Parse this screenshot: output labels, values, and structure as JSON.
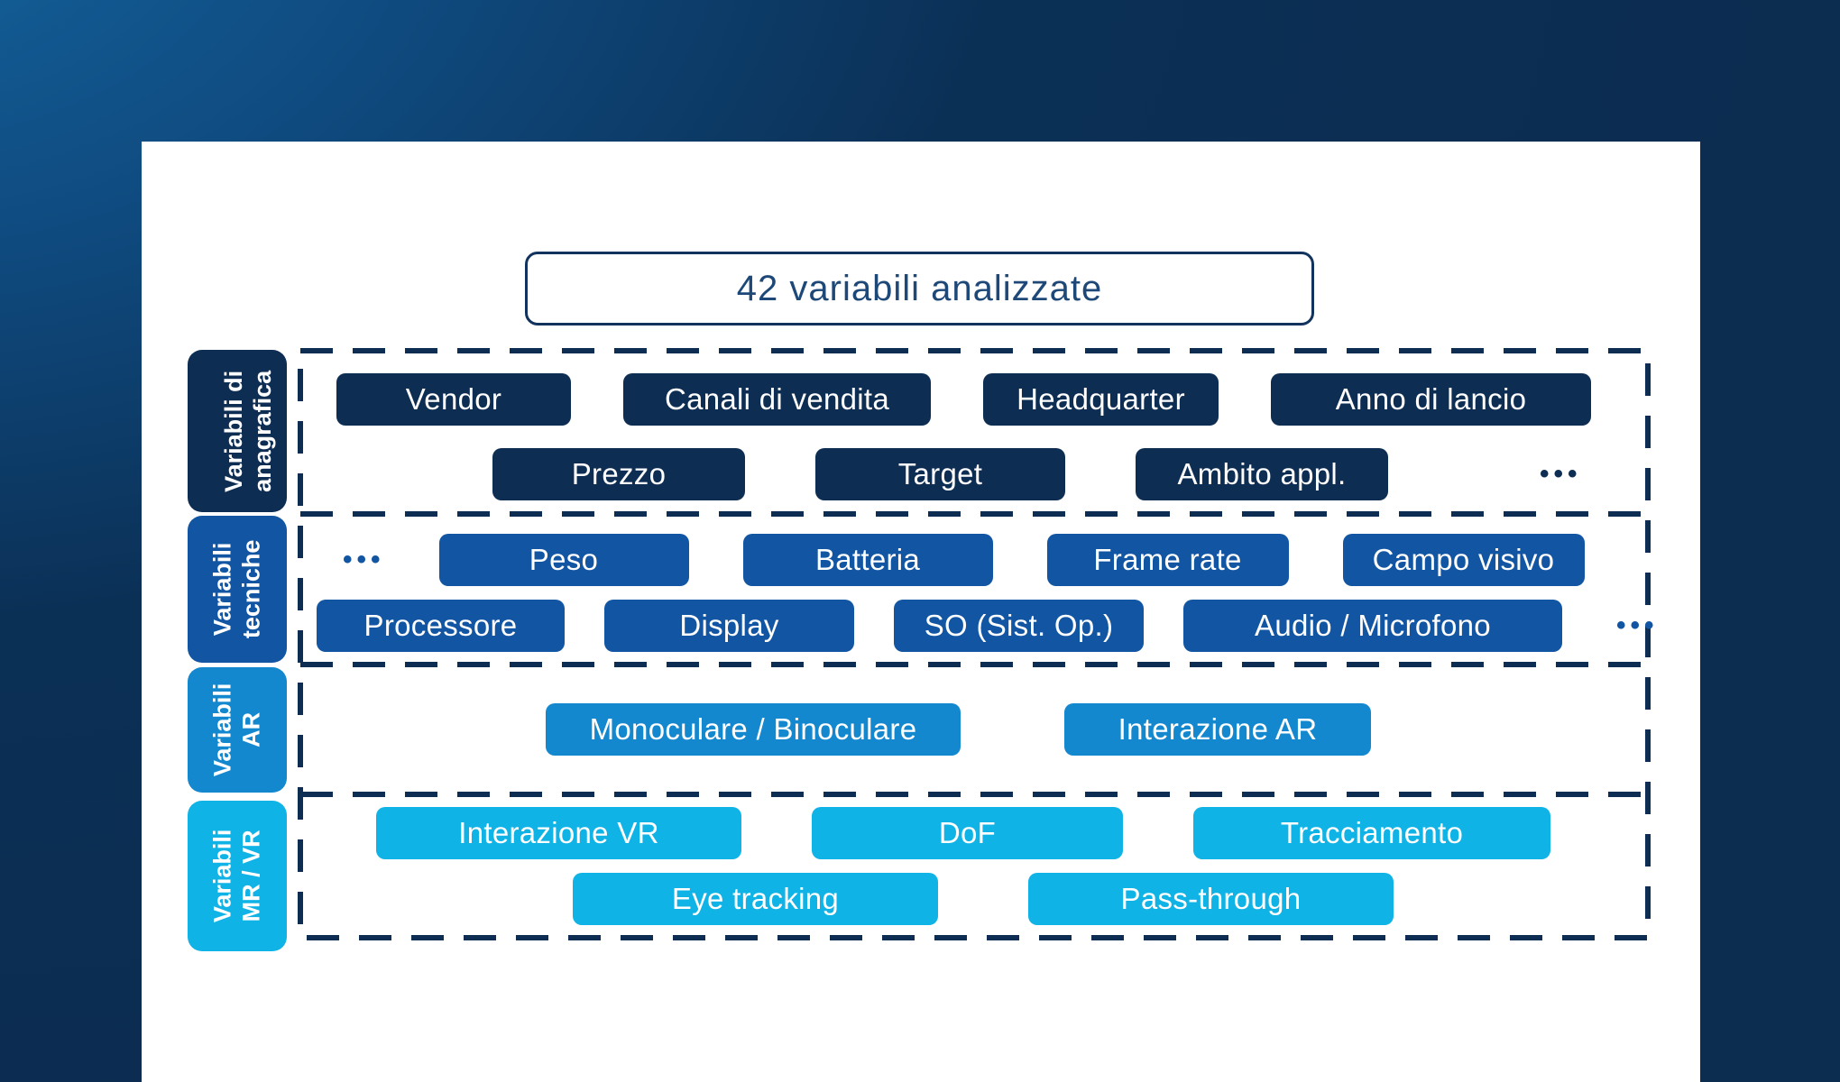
{
  "colors": {
    "background_navy": "#0c2c50",
    "background_light_blue": "#14659f",
    "panel_white": "#ffffff",
    "navy": "#0e2d52",
    "blue": "#1155a3",
    "ar_blue": "#1488ce",
    "cyan": "#10b3e6",
    "title_text": "#1d4878"
  },
  "title_box": {
    "text": "42 variabili analizzate"
  },
  "ellipsis": "•••",
  "sections": [
    {
      "name": "anagrafica",
      "label": [
        "Variabili di",
        "anagrafica"
      ],
      "rows": [
        {
          "buttons": [
            "Vendor",
            "Canali di vendita",
            "Headquarter",
            "Anno di lancio"
          ]
        },
        {
          "buttons": [
            "Prezzo",
            "Target",
            "Ambito appl."
          ],
          "more": "•••"
        }
      ]
    },
    {
      "name": "tecniche",
      "label": [
        "Variabili",
        "tecniche"
      ],
      "rows": [
        {
          "more_before": "•••",
          "buttons": [
            "Peso",
            "Batteria",
            "Frame rate",
            "Campo visivo"
          ]
        },
        {
          "buttons": [
            "Processore",
            "Display",
            "SO (Sist. Op.)",
            "Audio / Microfono"
          ],
          "more": "•••"
        }
      ]
    },
    {
      "name": "ar",
      "label": [
        "Variabili",
        "AR"
      ],
      "rows": [
        {
          "buttons": [
            "Monoculare / Binoculare",
            "Interazione AR"
          ]
        }
      ]
    },
    {
      "name": "mrvr",
      "label": [
        "Variabili",
        "MR / VR"
      ],
      "rows": [
        {
          "buttons": [
            "Interazione VR",
            "DoF",
            "Tracciamento"
          ]
        },
        {
          "buttons": [
            "Eye tracking",
            "Pass-through"
          ]
        }
      ]
    }
  ]
}
